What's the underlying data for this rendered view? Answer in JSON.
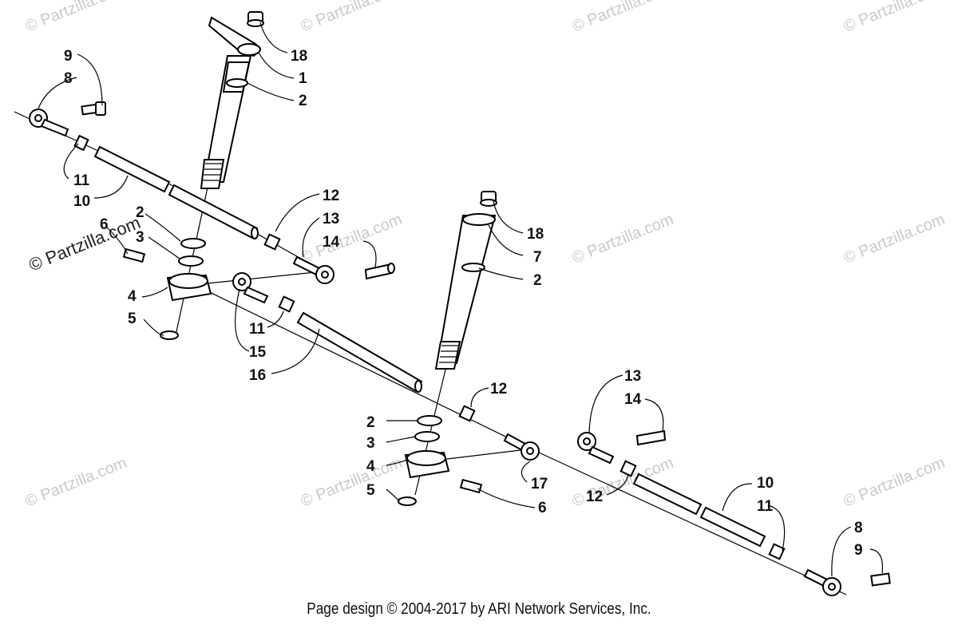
{
  "watermark": {
    "text": "© Partzilla.com",
    "text_prominent": "© Partzilla.com"
  },
  "callouts": {
    "top_left_9": "9",
    "top_left_8": "8",
    "top_left_11": "11",
    "top_left_10": "10",
    "left_6": "6",
    "left_2": "2",
    "left_3": "3",
    "left_4": "4",
    "left_5": "5",
    "mid_11": "11",
    "mid_15": "15",
    "mid_16": "16",
    "top_18": "18",
    "top_1": "1",
    "top_2": "2",
    "mid_12": "12",
    "mid_13": "13",
    "mid_14": "14",
    "right_18": "18",
    "right_7": "7",
    "right_2": "2",
    "low_12": "12",
    "low_2": "2",
    "low_3": "3",
    "low_4": "4",
    "low_5": "5",
    "low_17": "17",
    "low_6": "6",
    "right_13": "13",
    "right_14": "14",
    "right_12": "12",
    "br_10": "10",
    "br_11": "11",
    "br_8": "8",
    "br_9": "9"
  },
  "footer": {
    "text": "Page design © 2004-2017 by ARI Network Services, Inc."
  }
}
